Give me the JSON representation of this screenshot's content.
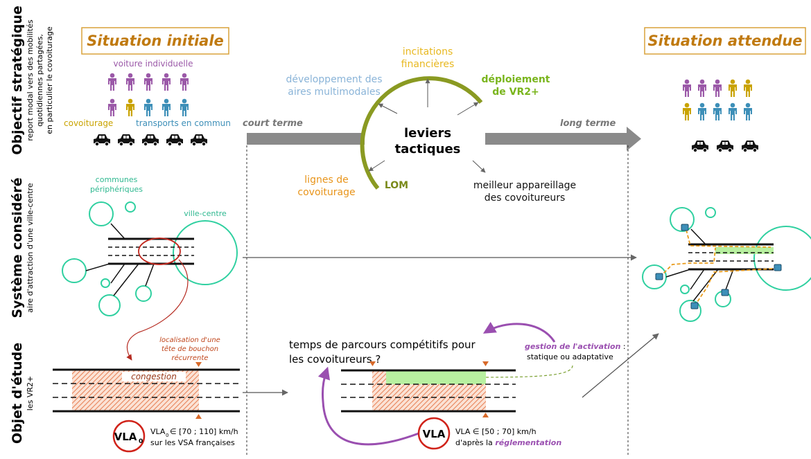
{
  "colors": {
    "purple": "#9b59a8",
    "yellow": "#c9a300",
    "blue": "#3d8fb8",
    "car": "#111111",
    "green_lever": "#8a9a22",
    "gray_arrow": "#888888",
    "teal": "#2fd0a0",
    "red": "#d0231a",
    "orange_label": "#c07a10",
    "violet": "#9a4fb0",
    "light_green": "#b8f0a0",
    "hatch": "#e8845a"
  },
  "sections": {
    "strategic_title": "Objectif stratégique",
    "strategic_sub": [
      "report modal vers des mobilités",
      "quotidiennes partagées,",
      "en particulier le covoiturage"
    ],
    "system_title": "Système considéré",
    "system_sub": "aire d'attraction d'une ville-centre",
    "object_title": "Objet d'étude",
    "object_sub": "les VR2+"
  },
  "initial": {
    "title": "Situation initiale",
    "label_individual": "voiture individuelle",
    "label_carpool": "covoiturage",
    "label_transit": "transports en commun",
    "people_rows": [
      [
        "purple",
        "purple",
        "purple",
        "purple",
        "purple"
      ],
      [
        "purple",
        "yellow",
        "blue",
        "blue",
        "blue"
      ]
    ],
    "cars": 5
  },
  "expected": {
    "title": "Situation attendue",
    "people_rows": [
      [
        "purple",
        "purple",
        "purple",
        "yellow",
        "yellow"
      ],
      [
        "yellow",
        "blue",
        "blue",
        "blue",
        "blue"
      ]
    ],
    "cars": 3
  },
  "timeline": {
    "short": "court terme",
    "long": "long terme"
  },
  "levers": {
    "center_line1": "leviers",
    "center_line2": "tactiques",
    "incitations_1": "incitations",
    "incitations_2": "financières",
    "dev_1": "développement des",
    "dev_2": "aires multimodales",
    "deploy_1": "déploiement",
    "deploy_2": "de VR2+",
    "lines_1": "lignes de",
    "lines_2": "covoiturage",
    "lom": "LOM",
    "matching_1": "meilleur appareillage",
    "matching_2": "des covoitureurs"
  },
  "system": {
    "communes": [
      "communes",
      "périphériques"
    ],
    "city": "ville-centre"
  },
  "study": {
    "bottleneck": [
      "localisation d'une",
      "tête de bouchon",
      "récurrente"
    ],
    "congestion": "congestion",
    "vla0_badge": "VLA",
    "vla0_sub": "0",
    "vla0_text_1": "∈ [70 ; 110] km/h",
    "vla0_text_2": "sur les VSA françaises",
    "question_1": "temps de parcours compétitifs pour",
    "question_2": "les covoitureurs ?",
    "activation_1": "gestion de l'activation",
    "activation_colon": " :",
    "activation_2": "statique ou adaptative",
    "vla_badge": "VLA",
    "vla_text_1": "VLA ∈ [50 ; 70] km/h",
    "vla_text_2": "d'après la ",
    "vla_text_3": "réglementation"
  }
}
